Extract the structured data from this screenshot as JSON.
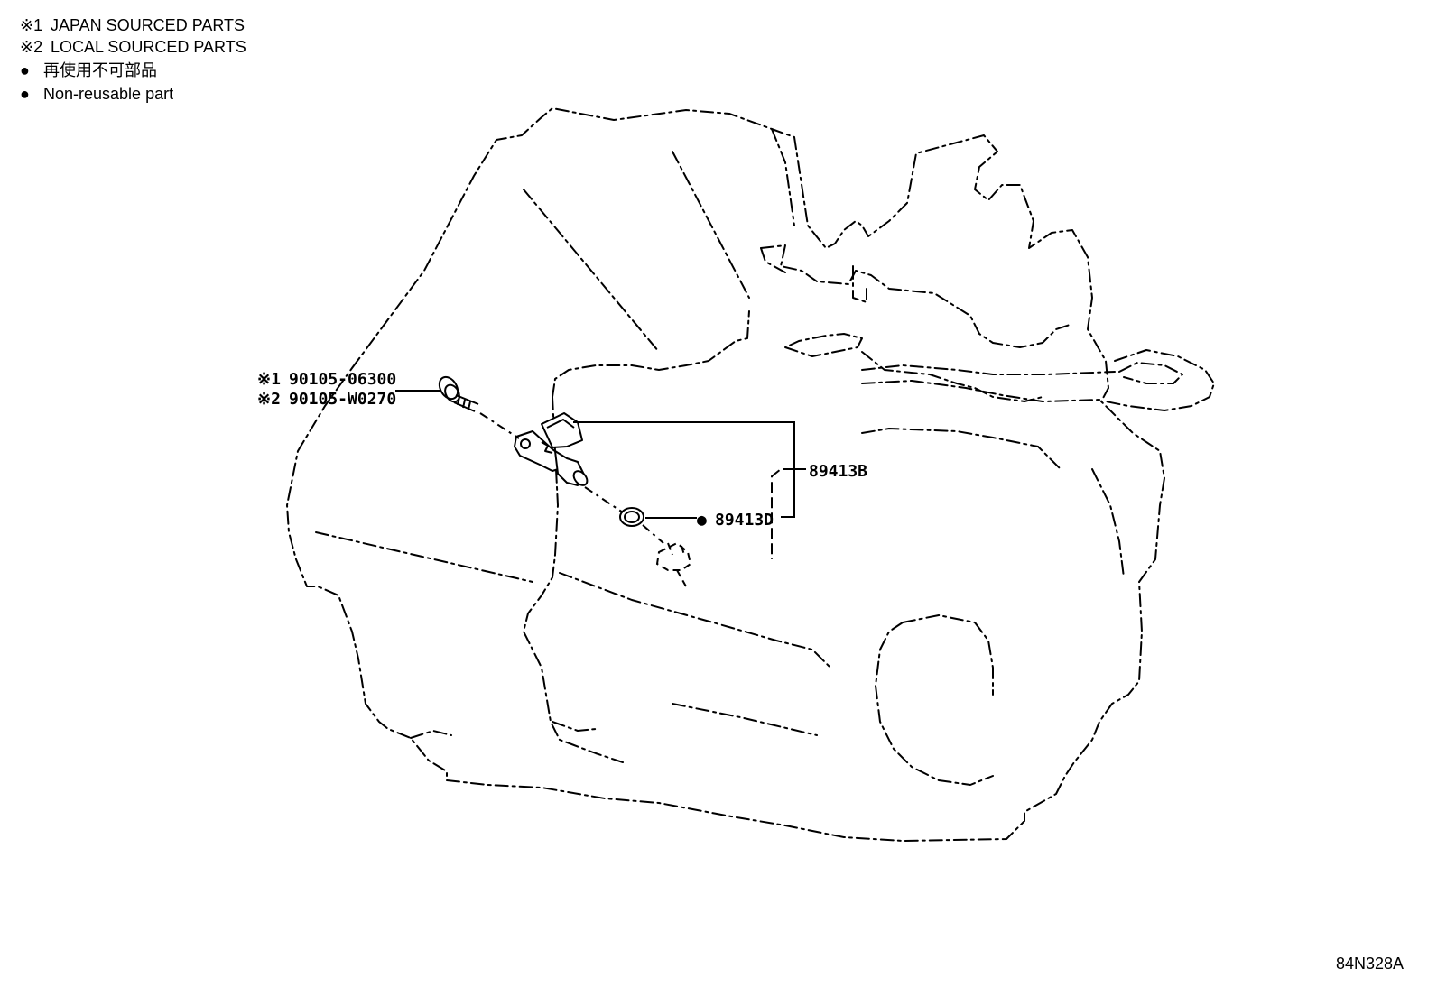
{
  "legend": {
    "items": [
      {
        "mark": "※1",
        "text": "JAPAN SOURCED PARTS"
      },
      {
        "mark": "※2",
        "text": "LOCAL SOURCED PARTS"
      },
      {
        "mark": "●",
        "text": "再使用不可部品"
      },
      {
        "mark": "●",
        "text": "Non-reusable part"
      }
    ]
  },
  "parts": {
    "bolt_japan": {
      "mark": "※1",
      "number": "90105-06300"
    },
    "bolt_local": {
      "mark": "※2",
      "number": "90105-W0270"
    },
    "sensor_assy": {
      "number": "89413B"
    },
    "o_ring": {
      "mark": "●",
      "number": "89413D"
    }
  },
  "figure_code": "84N328A",
  "colors": {
    "ink": "#000000",
    "background": "#ffffff"
  }
}
